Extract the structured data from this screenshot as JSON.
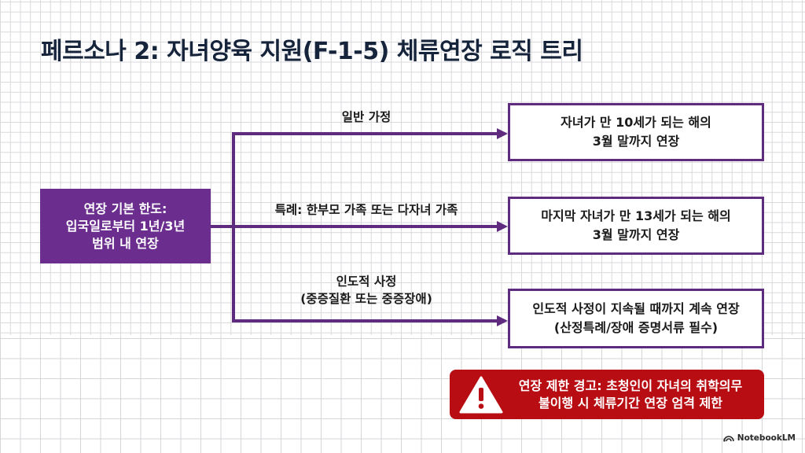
{
  "title": "페르소나 2: 자녀양육 지원(F-1-5) 체류연장 로직 트리",
  "root": {
    "lines": [
      "연장 기본 한도:",
      "입국일로부터 1년/3년",
      "범위 내 연장"
    ]
  },
  "branches": [
    {
      "condition_lines": [
        "일반 가정"
      ],
      "result_lines": [
        "자녀가 만 10세가 되는 해의",
        "3월 말까지 연장"
      ]
    },
    {
      "condition_lines": [
        "특례: 한부모 가족 또는 다자녀 가족"
      ],
      "result_lines": [
        "마지막 자녀가 만 13세가 되는 해의",
        "3월 말까지 연장"
      ]
    },
    {
      "condition_lines": [
        "인도적 사정",
        "(중증질환 또는 중증장애)"
      ],
      "result_lines": [
        "인도적 사정이 지속될 때까지 계속 연장",
        "(산정특례/장애 증명서류 필수)"
      ]
    }
  ],
  "warning": {
    "icon": "warning-triangle-icon",
    "lines": [
      "연장 제한 경고: 초청인이 자녀의 취학의무",
      "불이행 시 체류기간 연장 엄격 제한"
    ]
  },
  "brand": {
    "icon": "notebooklm-logo-icon",
    "label": "NotebookLM"
  },
  "colors": {
    "title": "#15233b",
    "accent_purple": "#6b2d8e",
    "connector": "#5e2b7e",
    "warning_red": "#b80d13"
  }
}
